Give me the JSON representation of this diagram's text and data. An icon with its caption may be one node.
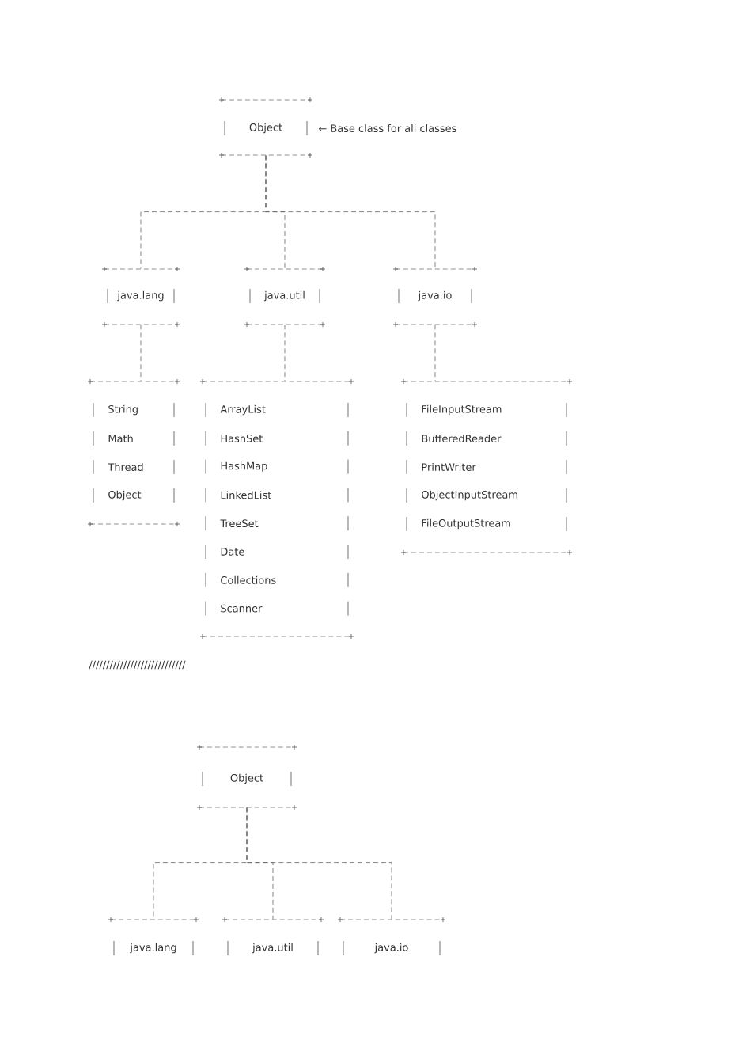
{
  "diagram": {
    "nodes": [
      {
        "text": [
          "Object"
        ],
        "beside": [
          "← Base class for all classes"
        ]
      },
      {
        "text": [
          "java.lang"
        ]
      },
      {
        "text": [
          "java.util"
        ]
      },
      {
        "text": [
          "java.io"
        ]
      },
      {
        "text": [
          "String",
          "Math",
          "Thread",
          "Object"
        ]
      },
      {
        "text": [
          "ArrayList",
          "HashSet",
          "HashMap",
          "LinkedList",
          "TreeSet",
          "Date",
          "Collections",
          "Scanner"
        ]
      },
      {
        "text": [
          "FileInputStream",
          "BufferedReader",
          "PrintWriter",
          "ObjectInputStream",
          "FileOutputStream"
        ]
      },
      {
        "text": [
          "Object"
        ]
      },
      {
        "text": [
          "java.lang"
        ]
      },
      {
        "text": [
          "java.util"
        ]
      },
      {
        "text": [
          "java.io"
        ]
      }
    ],
    "edges": [
      {
        "from": 0,
        "to": 1,
        "arrow": "none"
      },
      {
        "from": 0,
        "to": 2,
        "arrow": "none"
      },
      {
        "from": 0,
        "to": 3,
        "arrow": "none"
      },
      {
        "from": 1,
        "to": 4,
        "arrow": "none"
      },
      {
        "from": 2,
        "to": 5,
        "arrow": "none"
      },
      {
        "from": 3,
        "to": 6,
        "arrow": "none"
      },
      {
        "from": 7,
        "to": 8,
        "arrow": "none"
      },
      {
        "from": 7,
        "to": 9,
        "arrow": "none"
      },
      {
        "from": 7,
        "to": 10,
        "arrow": "none"
      }
    ],
    "labels": [
      "////////////////////////////"
    ]
  }
}
